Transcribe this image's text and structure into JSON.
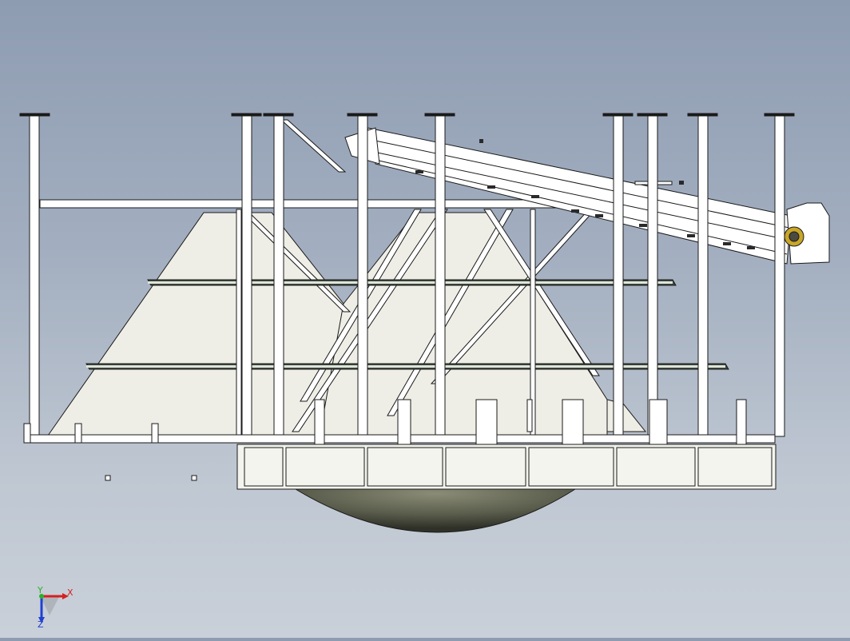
{
  "viewport": {
    "background_top": "#8e9cb2",
    "background_bottom": "#c9d0d9"
  },
  "colors": {
    "frame": "#ffffff",
    "outline": "#1a1a1a",
    "hopper_fill": "#eeeee6",
    "deck": "#3d4a3d",
    "base_fill": "#f4f4ee",
    "tank": "#5a5d4c",
    "conveyor": "#ffffff"
  },
  "triad": {
    "x_label": "X",
    "y_label": "Y",
    "z_label": "Z",
    "x_color": "#d62020",
    "y_color": "#2bb02b",
    "z_color": "#2040d0"
  }
}
